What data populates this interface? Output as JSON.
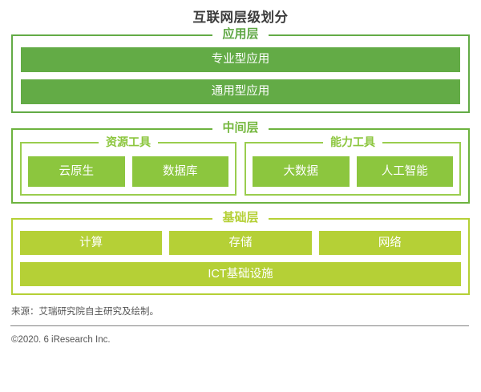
{
  "title": "互联网层级划分",
  "colors": {
    "app_green": "#63ab46",
    "mid_green": "#8cc63e",
    "base_green": "#b5d036",
    "title_gray": "#3c3c3c"
  },
  "layers": {
    "application": {
      "title": "应用层",
      "bars": [
        {
          "label": "专业型应用"
        },
        {
          "label": "通用型应用"
        }
      ]
    },
    "middle": {
      "title": "中间层",
      "groups": [
        {
          "title": "资源工具",
          "items": [
            {
              "label": "云原生"
            },
            {
              "label": "数据库"
            }
          ]
        },
        {
          "title": "能力工具",
          "items": [
            {
              "label": "大数据"
            },
            {
              "label": "人工智能"
            }
          ]
        }
      ]
    },
    "base": {
      "title": "基础层",
      "top_items": [
        {
          "label": "计算"
        },
        {
          "label": "存储"
        },
        {
          "label": "网络"
        }
      ],
      "bottom_bar": {
        "label": "ICT基础设施"
      }
    }
  },
  "footer": {
    "source": "来源：艾瑞研究院自主研究及绘制。",
    "copyright": "©2020. 6 iResearch Inc."
  }
}
